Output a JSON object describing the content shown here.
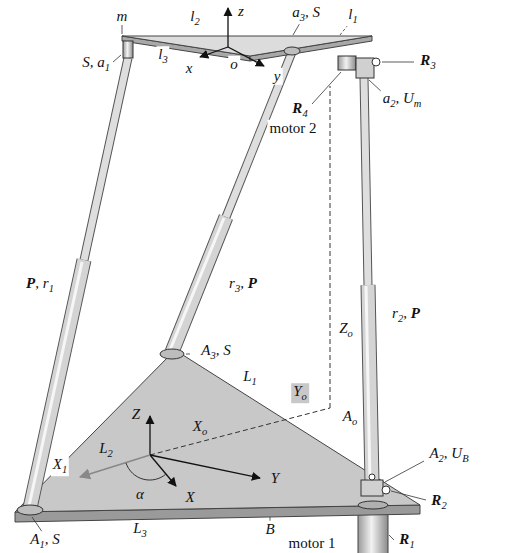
{
  "diagram": {
    "labels": [
      "m",
      "l2",
      "z",
      "a3, S",
      "l1",
      "S, a1",
      "l3",
      "x",
      "o",
      "y",
      "R3",
      "a2, Um",
      "R4",
      "motor 2",
      "P, r1",
      "r3, P",
      "r2, P",
      "Zo",
      "A3, S",
      "L1",
      "Yo",
      "Ao",
      "Z",
      "L2",
      "Xo",
      "X1",
      "X",
      "Y",
      "A2, UB",
      "R2",
      "α",
      "L3",
      "B",
      "motor 1",
      "R1",
      "A1, S"
    ]
  }
}
